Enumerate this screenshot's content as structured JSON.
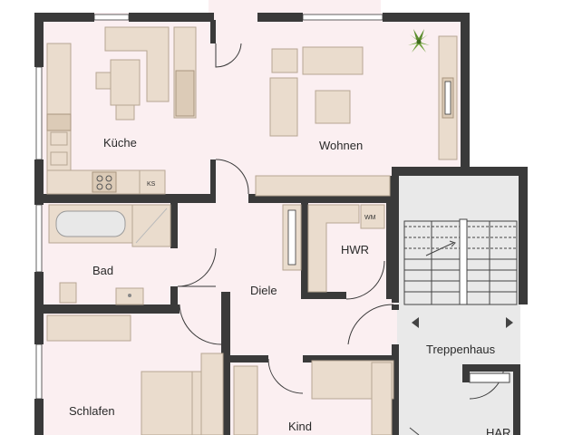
{
  "rooms": {
    "kitchen": "Küche",
    "living": "Wohnen",
    "bath": "Bad",
    "utility": "HWR",
    "hall": "Diele",
    "stairwell": "Treppenhaus",
    "bedroom": "Schlafen",
    "child": "Kind",
    "hav": "HAR"
  },
  "appliances": {
    "fridge": "KS",
    "washer": "WM"
  },
  "colors": {
    "floor": "#fbeff1",
    "wall": "#3a3a3a",
    "furniture": "#eadccd",
    "stair_floor": "#e8e8e8"
  },
  "icons": [
    "plant-icon"
  ]
}
